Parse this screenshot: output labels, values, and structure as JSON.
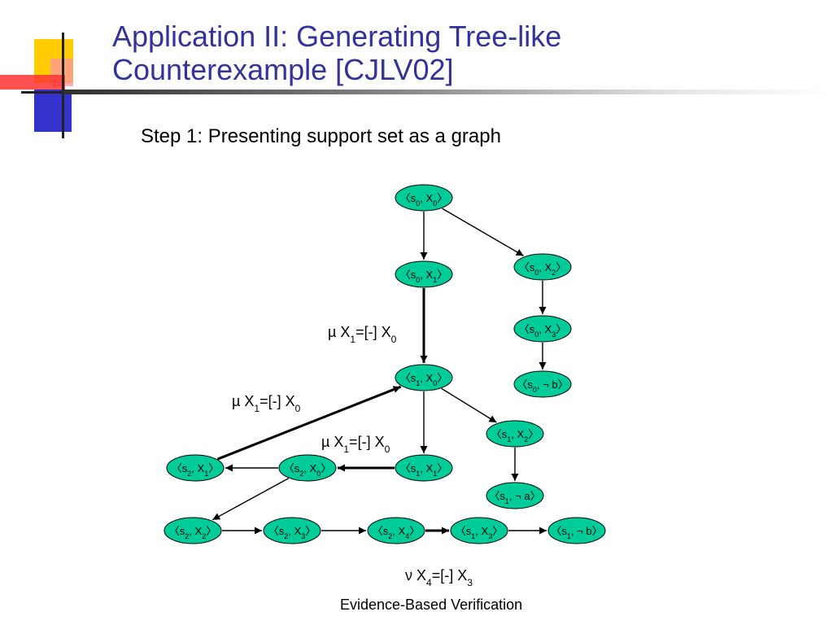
{
  "slide": {
    "title_line1": "Application II: Generating Tree-like",
    "title_line2": "Counterexample [CJLV02]",
    "subtitle": "Step 1: Presenting support set as a graph",
    "footer": "Evidence-Based Verification"
  },
  "colors": {
    "title": "#333399",
    "node_fill": "#00cc99",
    "logo_yellow": "#ffcc00",
    "logo_blue": "#3333cc",
    "logo_red": "#ff3333"
  },
  "graph": {
    "nodes": [
      {
        "id": "s0X0",
        "state": "s",
        "state_sub": "0",
        "label": "X",
        "label_sub": "0",
        "negated": false
      },
      {
        "id": "s0X1",
        "state": "s",
        "state_sub": "0",
        "label": "X",
        "label_sub": "1",
        "negated": false
      },
      {
        "id": "s0X2",
        "state": "s",
        "state_sub": "0",
        "label": "X",
        "label_sub": "2",
        "negated": false
      },
      {
        "id": "s0X3",
        "state": "s",
        "state_sub": "0",
        "label": "X",
        "label_sub": "3",
        "negated": false
      },
      {
        "id": "s0nb",
        "state": "s",
        "state_sub": "0",
        "label": "b",
        "label_sub": "",
        "negated": true
      },
      {
        "id": "s1X0",
        "state": "s",
        "state_sub": "1",
        "label": "X",
        "label_sub": "0",
        "negated": false
      },
      {
        "id": "s1X2",
        "state": "s",
        "state_sub": "1",
        "label": "X",
        "label_sub": "2",
        "negated": false
      },
      {
        "id": "s1X1",
        "state": "s",
        "state_sub": "1",
        "label": "X",
        "label_sub": "1",
        "negated": false
      },
      {
        "id": "s2X0",
        "state": "s",
        "state_sub": "2",
        "label": "X",
        "label_sub": "0",
        "negated": false
      },
      {
        "id": "s2X1",
        "state": "s",
        "state_sub": "2",
        "label": "X",
        "label_sub": "1",
        "negated": false
      },
      {
        "id": "s1na",
        "state": "s",
        "state_sub": "1",
        "label": "a",
        "label_sub": "",
        "negated": true
      },
      {
        "id": "s2X2",
        "state": "s",
        "state_sub": "2",
        "label": "X",
        "label_sub": "2",
        "negated": false
      },
      {
        "id": "s2X3",
        "state": "s",
        "state_sub": "2",
        "label": "X",
        "label_sub": "3",
        "negated": false
      },
      {
        "id": "s2X4",
        "state": "s",
        "state_sub": "2",
        "label": "X",
        "label_sub": "4",
        "negated": false
      },
      {
        "id": "s1X3",
        "state": "s",
        "state_sub": "1",
        "label": "X",
        "label_sub": "3",
        "negated": false
      },
      {
        "id": "s1nb",
        "state": "s",
        "state_sub": "1",
        "label": "b",
        "label_sub": "",
        "negated": true
      }
    ],
    "edges": [
      {
        "from": "s0X0",
        "to": "s0X1",
        "back": false
      },
      {
        "from": "s0X0",
        "to": "s0X2",
        "back": false
      },
      {
        "from": "s0X1",
        "to": "s1X0",
        "back": true
      },
      {
        "from": "s0X2",
        "to": "s0X3",
        "back": false
      },
      {
        "from": "s0X3",
        "to": "s0nb",
        "back": false
      },
      {
        "from": "s1X0",
        "to": "s1X2",
        "back": false
      },
      {
        "from": "s1X0",
        "to": "s1X1",
        "back": false
      },
      {
        "from": "s1X2",
        "to": "s1na",
        "back": false
      },
      {
        "from": "s1X1",
        "to": "s2X0",
        "back": true
      },
      {
        "from": "s2X0",
        "to": "s2X1",
        "back": false
      },
      {
        "from": "s2X1",
        "to": "s1X0",
        "back": true
      },
      {
        "from": "s2X0",
        "to": "s2X2",
        "back": false
      },
      {
        "from": "s2X2",
        "to": "s2X3",
        "back": false
      },
      {
        "from": "s2X3",
        "to": "s2X4",
        "back": false
      },
      {
        "from": "s2X4",
        "to": "s1X3",
        "back": true
      },
      {
        "from": "s1X3",
        "to": "s1nb",
        "back": false
      }
    ],
    "annotations": [
      {
        "symbol": "µ",
        "var": "X",
        "var_sub": "1",
        "op": "=[-] ",
        "target": "X",
        "target_sub": "0"
      },
      {
        "symbol": "µ",
        "var": "X",
        "var_sub": "1",
        "op": "=[-] ",
        "target": "X",
        "target_sub": "0"
      },
      {
        "symbol": "µ",
        "var": "X",
        "var_sub": "1",
        "op": "=[-] ",
        "target": "X",
        "target_sub": "0"
      },
      {
        "symbol": "ν",
        "var": "X",
        "var_sub": "4",
        "op": "=[-] ",
        "target": "X",
        "target_sub": "3"
      }
    ]
  }
}
